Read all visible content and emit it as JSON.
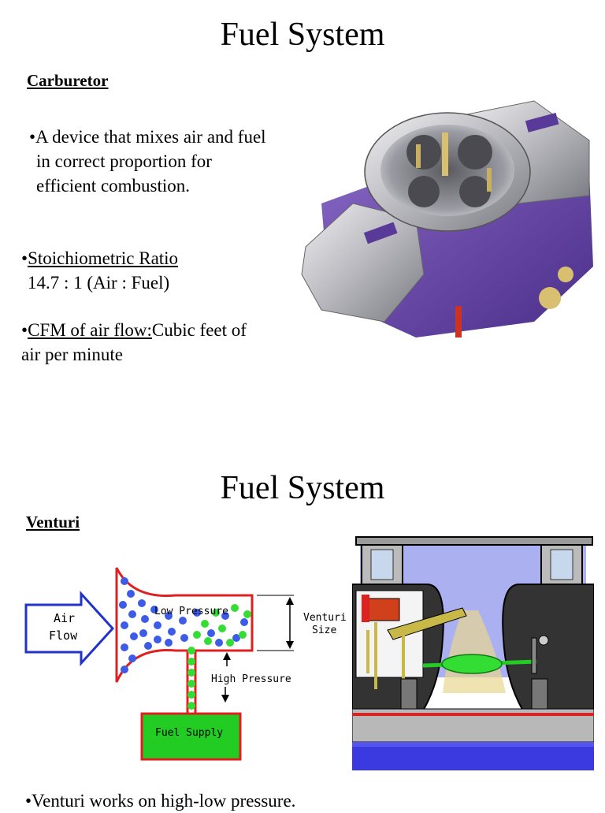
{
  "slide1": {
    "title": "Fuel System",
    "heading": "Carburetor",
    "definition_line1": "•A device that mixes air and fuel",
    "definition_line2": "in correct proportion for",
    "definition_line3": "efficient combustion.",
    "bullet_ratio_label": "Stoichiometric Ratio",
    "bullet_ratio_prefix": "•",
    "ratio_value": "14.7 : 1 (Air : Fuel)",
    "bullet_cfm_prefix": "•",
    "bullet_cfm_label": "CFM of air flow:",
    "bullet_cfm_text1": "Cubic feet of",
    "bullet_cfm_text2": "air per minute"
  },
  "slide2": {
    "title": "Fuel System",
    "heading": "Venturi",
    "diagram": {
      "air_flow_line1": "Air",
      "air_flow_line2": "Flow",
      "low_pressure": "Low Pressure",
      "high_pressure": "High Pressure",
      "fuel_supply": "Fuel Supply",
      "venturi_size_line1": "Venturi",
      "venturi_size_line2": "Size"
    },
    "bottom_text": "•Venturi works on high-low pressure."
  },
  "colors": {
    "venturi_outline": "#e02020",
    "air_dots": "#3c5ce8",
    "fuel_dots": "#33dd33",
    "fuel_tank": "#22cc22",
    "arrow": "#2233cc",
    "carb_purple": "#6a48a8",
    "carb_silver": "#c8c8cc"
  },
  "icons": [
    "carburetor-photo",
    "venturi-diagram",
    "carburetor-cutaway"
  ]
}
